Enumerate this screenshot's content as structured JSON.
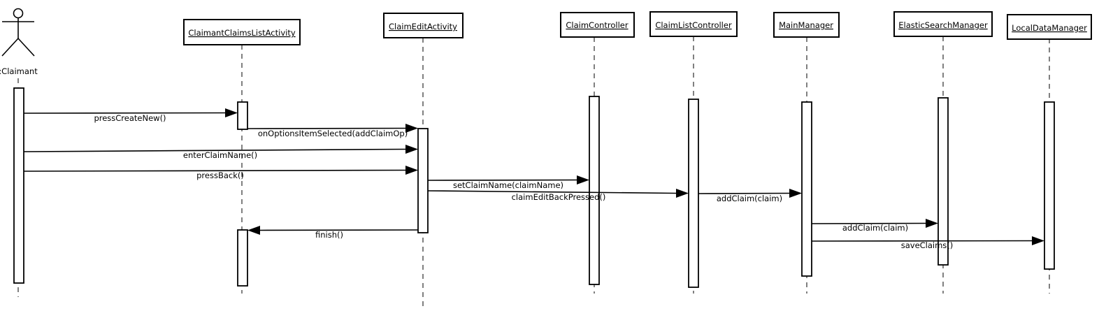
{
  "actor": {
    "label": ":Claimant",
    "icon": "stick-figure-icon"
  },
  "objects": [
    {
      "id": "ccla",
      "label": "ClaimantClaimsListActivity"
    },
    {
      "id": "cea",
      "label": "ClaimEditActivity"
    },
    {
      "id": "cc",
      "label": "ClaimController"
    },
    {
      "id": "clc",
      "label": "ClaimListController"
    },
    {
      "id": "mm",
      "label": "MainManager"
    },
    {
      "id": "esm",
      "label": "ElasticSearchManager"
    },
    {
      "id": "ldm",
      "label": "LocalDataManager"
    }
  ],
  "messages": [
    {
      "from": "actor",
      "to": "ccla",
      "label": "pressCreateNew()"
    },
    {
      "from": "ccla",
      "to": "cea",
      "label": "onOptionsItemSelected(addClaimOp)"
    },
    {
      "from": "actor",
      "to": "cea",
      "label": "enterClaimName()"
    },
    {
      "from": "actor",
      "to": "cea",
      "label": "pressBack()"
    },
    {
      "from": "cea",
      "to": "cc",
      "label": "setClaimName(claimName)"
    },
    {
      "from": "cea",
      "to": "clc",
      "label": "claimEditBackPressed()"
    },
    {
      "from": "clc",
      "to": "mm",
      "label": "addClaim(claim)"
    },
    {
      "from": "cea",
      "to": "ccla",
      "label": "finish()"
    },
    {
      "from": "mm",
      "to": "esm",
      "label": "addClaim(claim)"
    },
    {
      "from": "mm",
      "to": "ldm",
      "label": "saveClaims()"
    }
  ]
}
